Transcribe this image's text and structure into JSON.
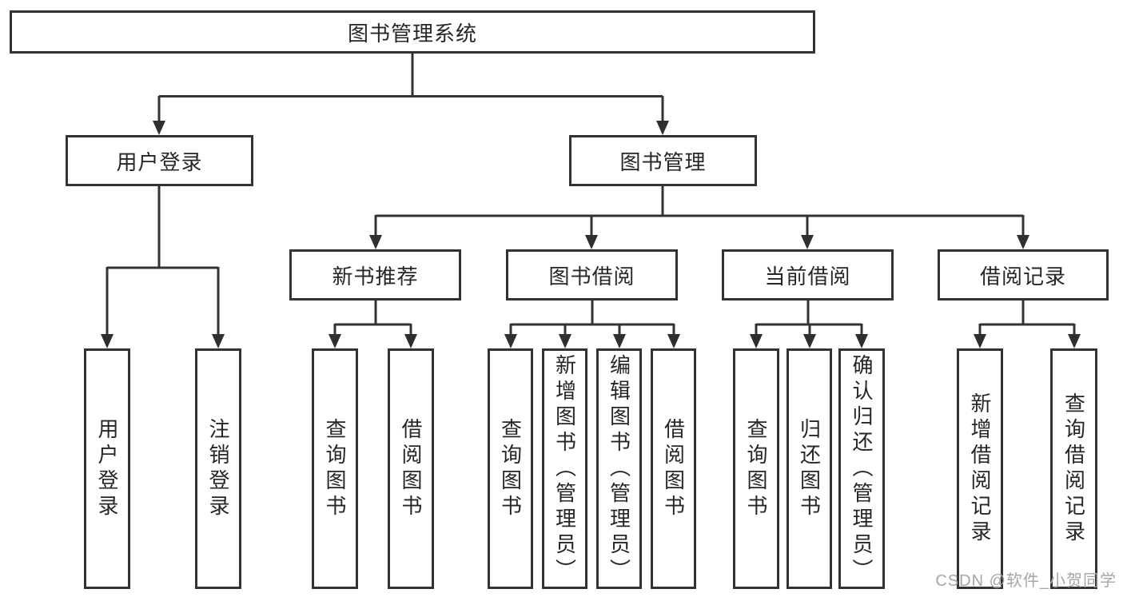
{
  "diagram": {
    "root": "图书管理系统",
    "branches": [
      {
        "label": "用户登录",
        "children": [
          {
            "label": "用户登录"
          },
          {
            "label": "注销登录"
          }
        ]
      },
      {
        "label": "图书管理",
        "groups": [
          {
            "label": "新书推荐",
            "children": [
              {
                "label": "查询图书"
              },
              {
                "label": "借阅图书"
              }
            ]
          },
          {
            "label": "图书借阅",
            "children": [
              {
                "label": "查询图书"
              },
              {
                "label": "新增图书（管理员）"
              },
              {
                "label": "编辑图书（管理员）"
              },
              {
                "label": "借阅图书"
              }
            ]
          },
          {
            "label": "当前借阅",
            "children": [
              {
                "label": "查询图书"
              },
              {
                "label": "归还图书"
              },
              {
                "label": "确认归还（管理员）"
              }
            ]
          },
          {
            "label": "借阅记录",
            "children": [
              {
                "label": "新增借阅记录"
              },
              {
                "label": "查询借阅记录"
              }
            ]
          }
        ]
      }
    ]
  },
  "colors": {
    "line": "#333333",
    "text": "#262626",
    "watermark": "#a6a6a6"
  },
  "watermark": "CSDN @软件_小贺同学"
}
